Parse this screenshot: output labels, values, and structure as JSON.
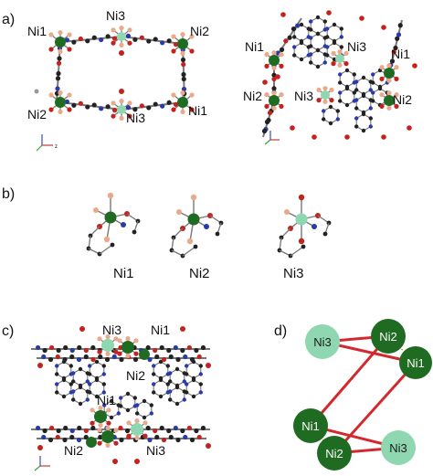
{
  "figure": {
    "panels": {
      "a": {
        "label": "a)",
        "left_labels": [
          "Ni1",
          "Ni3",
          "Ni2",
          "Ni2",
          "Ni3",
          "Ni1"
        ],
        "right_labels": [
          "Ni1",
          "Ni3",
          "Ni1",
          "Ni2",
          "Ni3",
          "Ni2"
        ]
      },
      "b": {
        "label": "b)",
        "site_labels": [
          "Ni1",
          "Ni2",
          "Ni3"
        ]
      },
      "c": {
        "label": "c)",
        "labels": [
          "Ni3",
          "Ni1",
          "Ni2",
          "Ni1",
          "Ni2",
          "Ni3"
        ]
      },
      "d": {
        "label": "d)",
        "nodes": [
          "Ni3",
          "Ni2",
          "Ni1",
          "Ni1",
          "Ni2",
          "Ni3"
        ]
      }
    },
    "colors": {
      "ni_dark": "#1f6b21",
      "ni_light": "#8ed7b0",
      "bond_red": "#d3282d",
      "atom_red": "#c4221e",
      "atom_black": "#222222",
      "atom_blue": "#2a3ba8",
      "atom_peach": "#e8a98d",
      "atom_grey": "#9a9a9a"
    },
    "axis_triad_letter": "z"
  }
}
